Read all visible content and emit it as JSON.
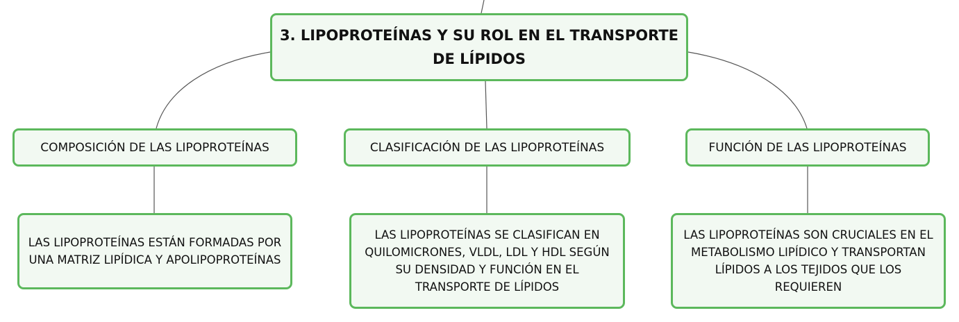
{
  "root": {
    "label": "3. LIPOPROTEÍNAS Y SU ROL EN EL TRANSPORTE DE LÍPIDOS"
  },
  "branches": [
    {
      "label": "COMPOSICIÓN DE LAS LIPOPROTEÍNAS",
      "detail": "LAS LIPOPROTEÍNAS ESTÁN FORMADAS POR UNA MATRIZ LIPÍDICA Y APOLIPOPROTEÍNAS"
    },
    {
      "label": "CLASIFICACIÓN DE LAS LIPOPROTEÍNAS",
      "detail": "LAS LIPOPROTEÍNAS SE CLASIFICAN EN QUILOMICRONES, VLDL, LDL Y HDL SEGÚN SU DENSIDAD Y FUNCIÓN EN EL TRANSPORTE DE LÍPIDOS"
    },
    {
      "label": "FUNCIÓN DE LAS LIPOPROTEÍNAS",
      "detail": "LAS LIPOPROTEÍNAS SON CRUCIALES EN EL METABOLISMO LIPÍDICO Y TRANSPORTAN LÍPIDOS A LOS TEJIDOS QUE LOS REQUIEREN"
    }
  ],
  "colors": {
    "node_border": "#5cb85c",
    "node_fill": "#f2f9f2",
    "connector": "#555555",
    "text": "#111111"
  }
}
